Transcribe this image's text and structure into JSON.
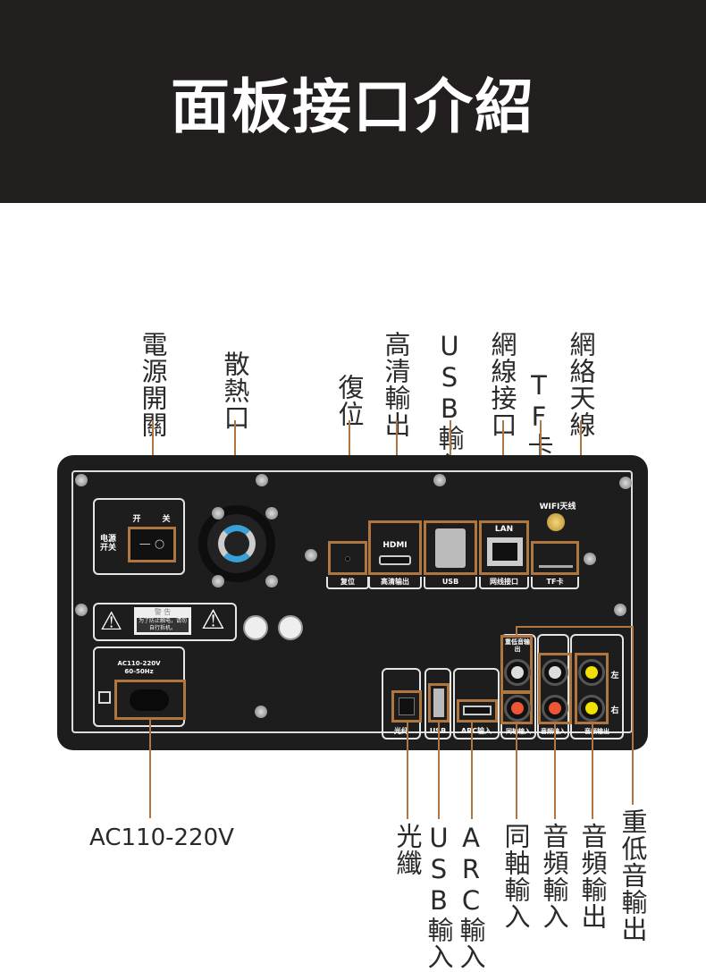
{
  "header": {
    "title": "面板接口介紹"
  },
  "top_labels": [
    "電源開關",
    "散熱口",
    "復位",
    "高清輸出",
    "USB輸入",
    "網線接口",
    "TF卡",
    "網絡天線"
  ],
  "bottom_labels": {
    "ac": "AC110-220V",
    "ports": [
      "光纖",
      "USB輸入",
      "ARC輸入",
      "同軸輸入",
      "音頻輸入",
      "音頻輸出",
      "重低音輸出"
    ]
  },
  "panel": {
    "switch_on": "开",
    "switch_off": "关",
    "switch_label": "电源开关",
    "switch_symbols": "— ○",
    "warning_title": "警 告",
    "warning_text": "为了防止触电，请勿自行拆机。",
    "power_rating": "AC110-220V",
    "power_freq": "60-50Hz",
    "hdmi": "HDMI",
    "lan": "LAN",
    "wifi": "WIFI天线",
    "captions": [
      "复位",
      "高清输出",
      "USB",
      "网线接口",
      "TF卡"
    ],
    "bottom_captions": [
      "光纤",
      "USB",
      "ARC输入",
      "同轴输入",
      "音频输入",
      "音频输出"
    ],
    "sub_out": "重低音输出",
    "left": "左",
    "right": "右"
  },
  "colors": {
    "leader": "#b0763f",
    "header_bg": "#231f1f"
  }
}
